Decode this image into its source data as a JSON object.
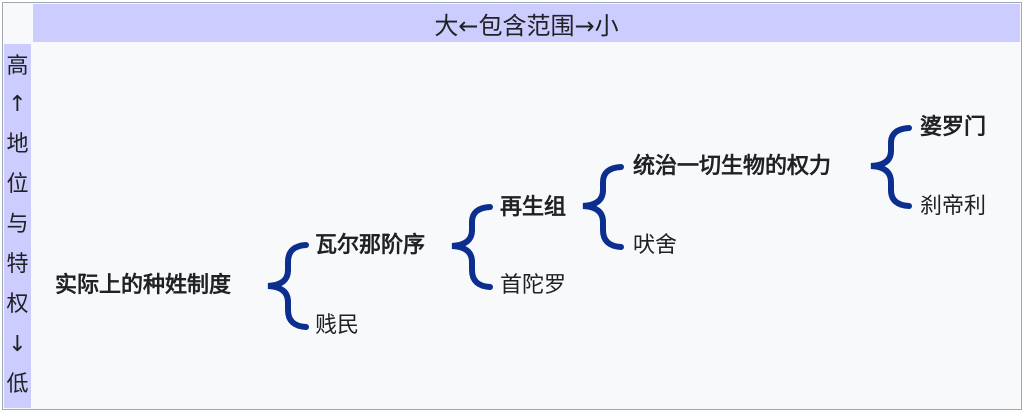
{
  "header": {
    "title": "大←包含范围→小"
  },
  "sidebar": {
    "chars": [
      "高",
      "↑",
      "地",
      "位",
      "与",
      "特",
      "权",
      "↓",
      "低"
    ]
  },
  "tree": {
    "root": "实际上的种姓制度",
    "level1": {
      "upper": "瓦尔那阶序",
      "lower": "贱民"
    },
    "level2": {
      "upper": "再生组",
      "lower": "首陀罗"
    },
    "level3": {
      "upper": "统治一切生物的权力",
      "lower": "吠舍"
    },
    "level4": {
      "upper": "婆罗门",
      "lower": "刹帝利"
    }
  },
  "colors": {
    "bracket": "#0b2e8f",
    "header_bg": "#ccccff",
    "panel_bg": "#f8f9fa",
    "border": "#a2a9b1"
  }
}
